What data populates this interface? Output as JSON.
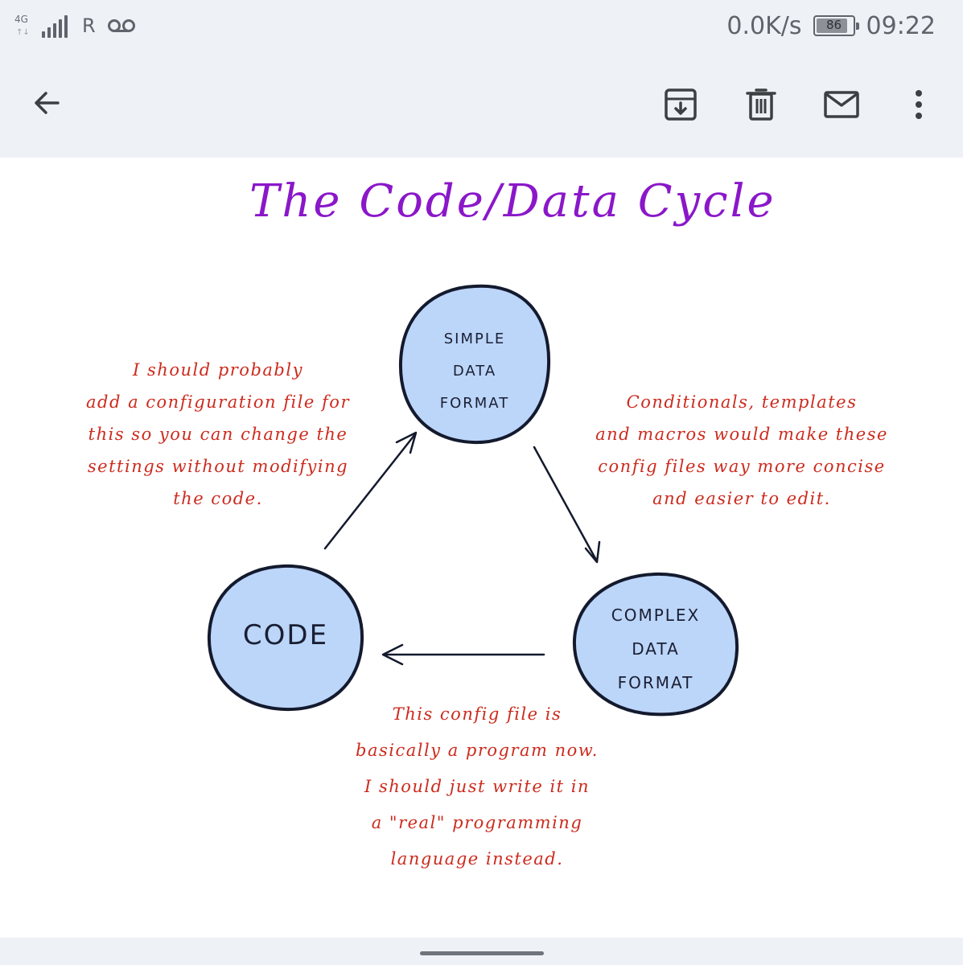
{
  "status_bar": {
    "network_type": "4G",
    "roaming": "R",
    "speed": "0.0K/s",
    "battery": "86",
    "battery_level": 0.86,
    "time": "09:22"
  },
  "toolbar": {
    "back_icon": "arrow-left-icon",
    "archive_icon": "archive-icon",
    "delete_icon": "trash-icon",
    "mark_unread_icon": "mail-icon",
    "more_icon": "more-vert-icon"
  },
  "image": {
    "title": "The Code/Data Cycle",
    "nodes": {
      "simple": [
        "SIMPLE",
        "DATA",
        "FORMAT"
      ],
      "complex": [
        "COMPLEX",
        "DATA",
        "FORMAT"
      ],
      "code": [
        "CODE"
      ]
    },
    "notes": {
      "left": [
        "I should probably",
        "add a configuration file for",
        "this so you can change the",
        "settings without modifying",
        "the code."
      ],
      "right": [
        "Conditionals, templates",
        "and macros would make these",
        "config files way more concise",
        "and easier to edit."
      ],
      "bottom": [
        "This config file is",
        "basically a program now.",
        "I should just write it in",
        "a \"real\" programming",
        "language instead."
      ]
    },
    "colors": {
      "title": "#8a17c9",
      "note": "#cc2b1e",
      "node_fill": "#bcd6fa",
      "node_stroke": "#141a2e"
    }
  }
}
